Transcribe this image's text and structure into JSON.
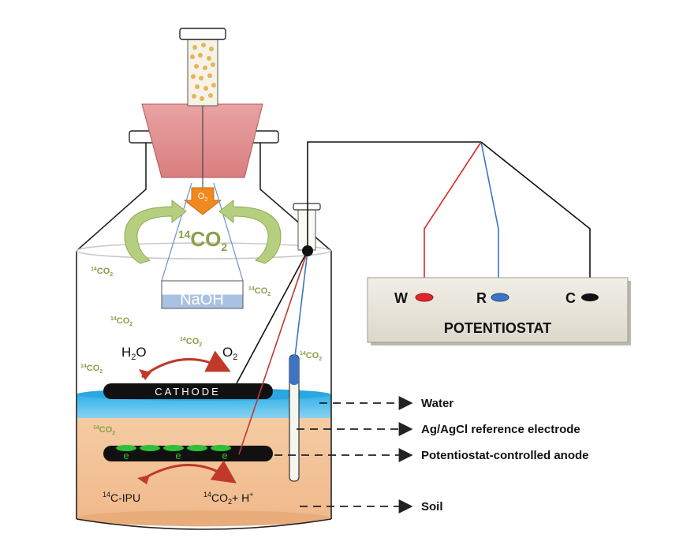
{
  "labels": {
    "o2_top": "O",
    "o2_top_sub": "2",
    "co2_big": "CO",
    "co2_big_sup": "14",
    "co2_big_sub": "2",
    "naoh": "NaOH",
    "co2_small": "CO",
    "co2_small_sup": "14",
    "co2_small_sub": "2",
    "h2o": "H",
    "h2o_sub": "2",
    "h2o_o": "O",
    "o2_right": "O",
    "o2_right_sub": "2",
    "cathode": "CATHODE",
    "electron": "e",
    "ipu_sup": "14",
    "ipu": "C-IPU",
    "co2_h_sup": "14",
    "co2_h": "CO",
    "co2_h_sub": "2",
    "co2_h_plus": "+ H",
    "co2_h_sup2": "+"
  },
  "potentiostat": {
    "title": "POTENTIOSTAT",
    "w": "W",
    "r": "R",
    "c": "C"
  },
  "legend": {
    "water": "Water",
    "reference": "Ag/AgCl reference electrode",
    "anode": "Potentiostat-controlled anode",
    "soil": "Soil"
  },
  "colors": {
    "working_wire": "#e0262b",
    "reference_wire": "#3d74c4",
    "counter_wire": "#111111",
    "co2_text": "#8aa04a",
    "water": "#37b4e8",
    "soil": "#f3c49a",
    "potentiostat_body": "#e7e3d9"
  }
}
